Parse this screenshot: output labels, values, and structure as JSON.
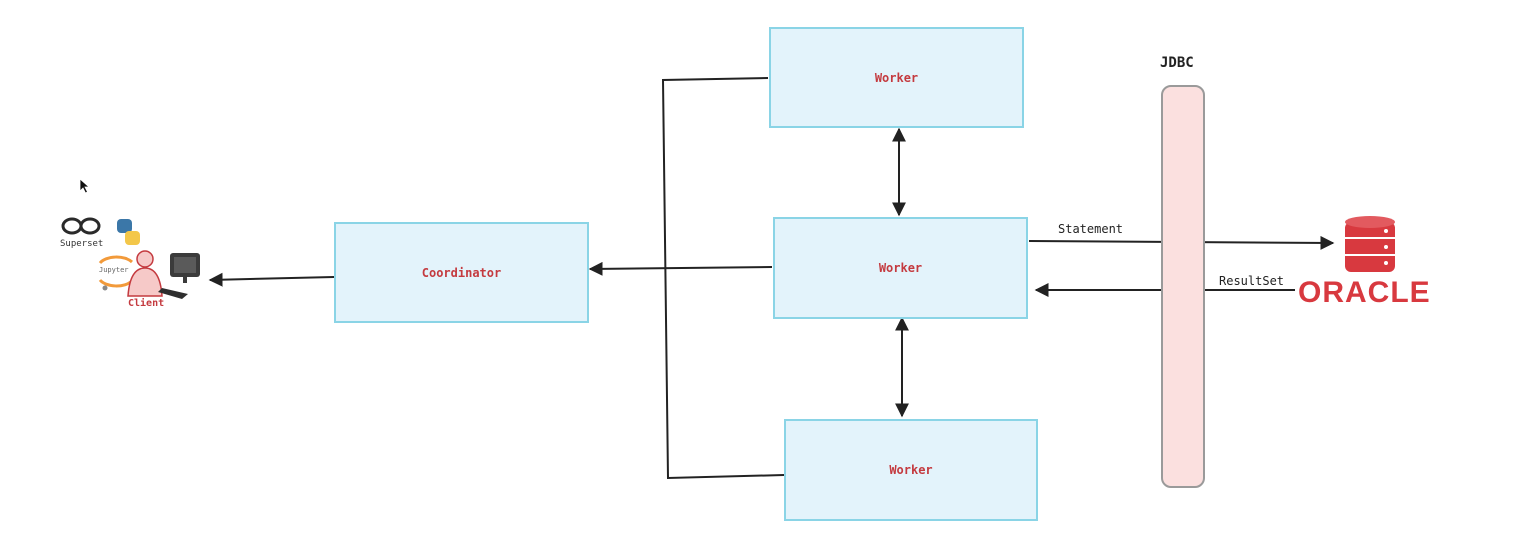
{
  "diagram": {
    "nodes": {
      "coordinator": "Coordinator",
      "worker_top": "Worker",
      "worker_middle": "Worker",
      "worker_bottom": "Worker"
    },
    "jdbc_label": "JDBC",
    "edges": {
      "statement": "Statement",
      "resultset": "ResultSet"
    },
    "client": {
      "label": "Client",
      "superset_label": "Superset",
      "jupyter_label": "Jupyter"
    },
    "oracle_logo_text": "ORACLE"
  },
  "colors": {
    "box_fill": "#e3f3fb",
    "box_border": "#8ad4e6",
    "label_red": "#c43a3f",
    "jdbc_fill": "#fbe0df",
    "oracle_red": "#d8393f"
  }
}
